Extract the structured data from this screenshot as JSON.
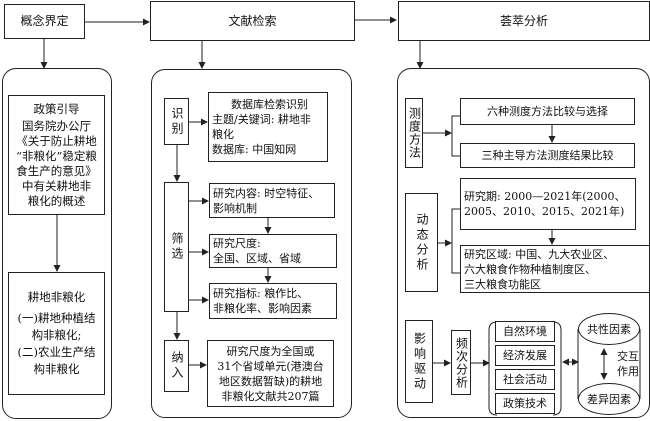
{
  "top": {
    "concept": "概念界定",
    "retrieval": "文献检索",
    "meta": "荟萃分析"
  },
  "left": {
    "policy_title": "政策引导",
    "policy_lines": [
      "国务院办公厅",
      "《关于防止耕地",
      "“非粮化”稳定粮",
      "食生产的意见》",
      "中有关耕地非",
      "粮化的概述"
    ],
    "def_title": "耕地非粮化",
    "def_lines": [
      "(一)耕地种植结",
      "构非粮化;",
      "(二)农业生产结",
      "构非粮化"
    ]
  },
  "middle": {
    "identify": "识别",
    "identify_lines": [
      "数据库检索识别",
      "主题/关键词: 耕地非",
      "粮化",
      "数据库: 中国知网"
    ],
    "screen": "筛选",
    "content_lines": [
      "研究内容: 时空特征、",
      "影响机制"
    ],
    "scale_lines": [
      "研究尺度:",
      "全国、区域、省域"
    ],
    "index_lines": [
      "研究指标: 粮作比、",
      "非粮化率、影响因素"
    ],
    "include": "纳入",
    "include_lines": [
      "研究尺度为全国或",
      "31个省域单元(港澳台",
      "地区数据暂缺)的耕地",
      "非粮化文献共207篇"
    ]
  },
  "right": {
    "measure": "测度方法",
    "measure_a": "六种测度方法比较与选择",
    "measure_b": "三种主导方法测度结果比较",
    "dynamic": "动态分析",
    "period_lines": [
      "研究期: 2000—2021年(2000、",
      "2005、2010、2015、2021年)"
    ],
    "region_lines": [
      "研究区域: 中国、九大农业区、",
      "六大粮食作物种植制度区、",
      "三大粮食功能区"
    ],
    "driver": "影响驱动",
    "freq": "频次分析",
    "factors": [
      "自然环境",
      "经济发展",
      "社会活动",
      "政策技术"
    ],
    "common": "共性因素",
    "diff": "差异因素",
    "interact_lines": [
      "交互",
      "作用"
    ]
  }
}
